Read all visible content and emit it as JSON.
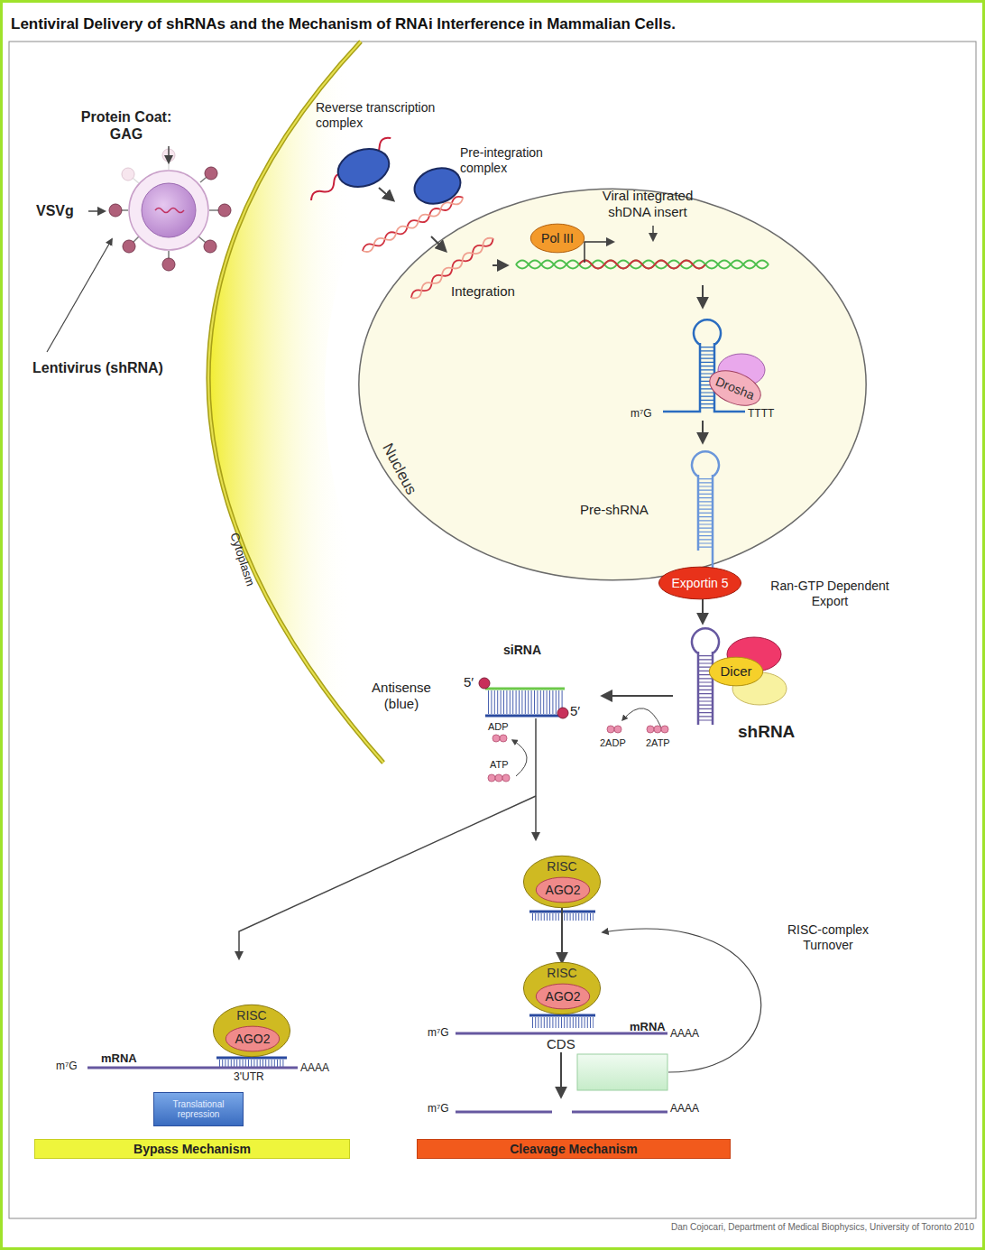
{
  "diagram": {
    "title": "Lentiviral Delivery of shRNAs and the Mechanism of RNAi Interference in Mammalian Cells.",
    "caption": "Dan Cojocari, Department of Medical Biophysics, University of Toronto 2010",
    "nodes": [
      {
        "text": [
          "Nucleus"
        ]
      },
      {
        "text": [
          "Pol III"
        ],
        "in": 0
      },
      {
        "text": [
          "Drosha"
        ],
        "in": 0
      },
      {
        "text": [
          "Exportin 5"
        ]
      },
      {
        "text": [
          "Dicer"
        ]
      },
      {
        "text": [
          "RISC"
        ]
      },
      {
        "text": [
          "AGO2"
        ],
        "in": 5
      },
      {
        "text": [
          "RISC"
        ]
      },
      {
        "text": [
          "AGO2"
        ],
        "in": 7
      },
      {
        "text": [
          "RISC"
        ]
      },
      {
        "text": [
          "AGO2"
        ],
        "in": 9
      },
      {
        "text": [
          "Translational repression"
        ]
      },
      {
        "text": [
          "Bypass Mechanism"
        ]
      },
      {
        "text": [
          "Cleavage Mechanism"
        ]
      }
    ],
    "edges": [
      {
        "from": 5,
        "to": 7,
        "arrow": "to"
      }
    ],
    "labels": [
      "Protein Coat: GAG",
      "VSVg",
      "Lentivirus (shRNA)",
      "Reverse transcription complex",
      "Pre-integration complex",
      "Integration",
      "Viral integrated shDNA insert",
      "TTTT",
      "m⁷G",
      "Pre-shRNA",
      "Ran-GTP Dependent Export",
      "Cytoplasm",
      "shRNA",
      "siRNA",
      "Antisense (blue)",
      "5′",
      "5′",
      "ADP",
      "ATP",
      "2ADP",
      "2ATP",
      "RISC-complex Turnover",
      "m⁷G",
      "mRNA",
      "3'UTR",
      "AAAA",
      "m⁷G",
      "mRNA",
      "AAAA",
      "CDS",
      "m⁷G",
      "AAAA"
    ]
  }
}
